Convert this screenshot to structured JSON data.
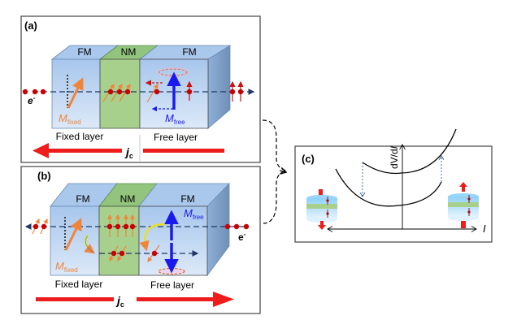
{
  "panels": {
    "a": {
      "tag": "(a)",
      "layer_fm_left": "FM",
      "layer_nm": "NM",
      "layer_fm_right": "FM",
      "electron": "e",
      "electron_sup": "-",
      "m_fixed": "M",
      "m_fixed_sub": "fixed",
      "m_free": "M",
      "m_free_sub": "free",
      "fixed_layer": "Fixed layer",
      "free_layer": "Free layer",
      "current": "j",
      "current_sub": "c",
      "current_direction": "left"
    },
    "b": {
      "tag": "(b)",
      "layer_fm_left": "FM",
      "layer_nm": "NM",
      "layer_fm_right": "FM",
      "electron": "e",
      "electron_sup": "-",
      "m_fixed": "M",
      "m_fixed_sub": "fixed",
      "m_free": "M",
      "m_free_sub": "free",
      "fixed_layer": "Fixed layer",
      "free_layer": "Free layer",
      "current": "j",
      "current_sub": "c",
      "current_direction": "right"
    },
    "c": {
      "tag": "(c)",
      "y_axis": "dV/d",
      "y_axis_italic": "I",
      "x_axis": "I"
    }
  },
  "colors": {
    "fm_face": "#bcd6f2",
    "fm_top": "#a9c8ec",
    "fm_side": "#7f9fc4",
    "nm_face": "#a8d08d",
    "nm_top": "#93c47d",
    "current_arrow": "#ee1c1c",
    "m_fixed": "#f0853a",
    "m_free": "#1a1aee",
    "electron": "#cc0000",
    "beam": "#1f3864"
  }
}
